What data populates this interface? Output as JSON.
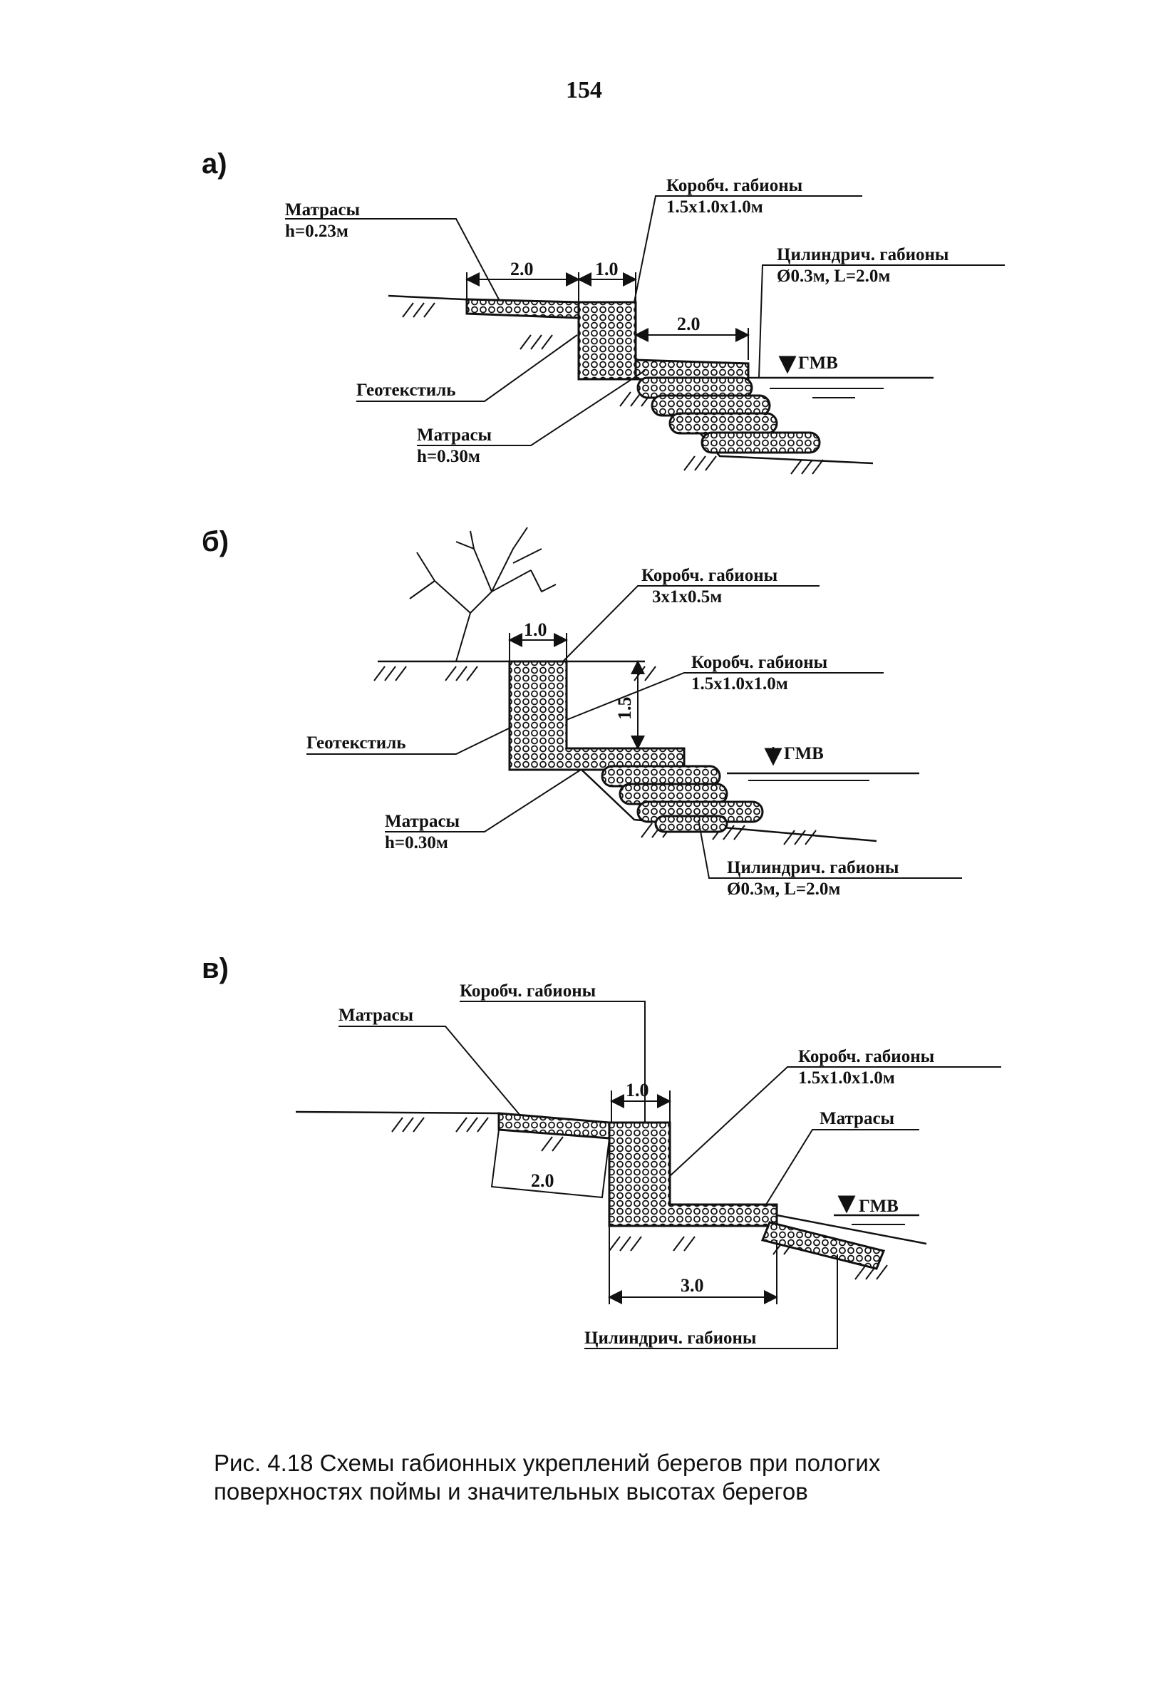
{
  "page_number": "154",
  "panels": {
    "a": {
      "letter": "а)",
      "mattress_top": "Матрасы",
      "mattress_top_h": "h=0.23м",
      "box_title": "Коробч. габионы",
      "box_size": "1.5x1.0x1.0м",
      "cyl_title": "Цилиндрич. габионы",
      "cyl_size": "Ø0.3м, L=2.0м",
      "dim1": "2.0",
      "dim2": "1.0",
      "dim3": "2.0",
      "water": "ГМВ",
      "geotextile": "Геотекстиль",
      "mattress_bottom": "Матрасы",
      "mattress_bottom_h": "h=0.30м"
    },
    "b": {
      "letter": "б)",
      "box1_title": "Коробч. габионы",
      "box1_size": "3x1x0.5м",
      "box2_title": "Коробч. габионы",
      "box2_size": "1.5x1.0x1.0м",
      "dim_w": "1.0",
      "dim_h": "1.5",
      "water": "ГМВ",
      "geotextile": "Геотекстиль",
      "mattress": "Матрасы",
      "mattress_h": "h=0.30м",
      "cyl_title": "Цилиндрич. габионы",
      "cyl_size": "Ø0.3м, L=2.0м"
    },
    "c": {
      "letter": "в)",
      "box1_title": "Коробч. габионы",
      "mattress_top": "Матрасы",
      "box2_title": "Коробч. габионы",
      "box2_size": "1.5x1.0x1.0м",
      "mattress_right": "Матрасы",
      "dim_top": "1.0",
      "dim_left": "2.0",
      "dim_bottom": "3.0",
      "water": "ГМВ",
      "cyl_title": "Цилиндрич. габионы"
    }
  },
  "caption": {
    "line1": "Рис. 4.18 Схемы габионных укреплений берегов при пологих",
    "line2": "поверхностях поймы и значительных высотах берегов"
  }
}
